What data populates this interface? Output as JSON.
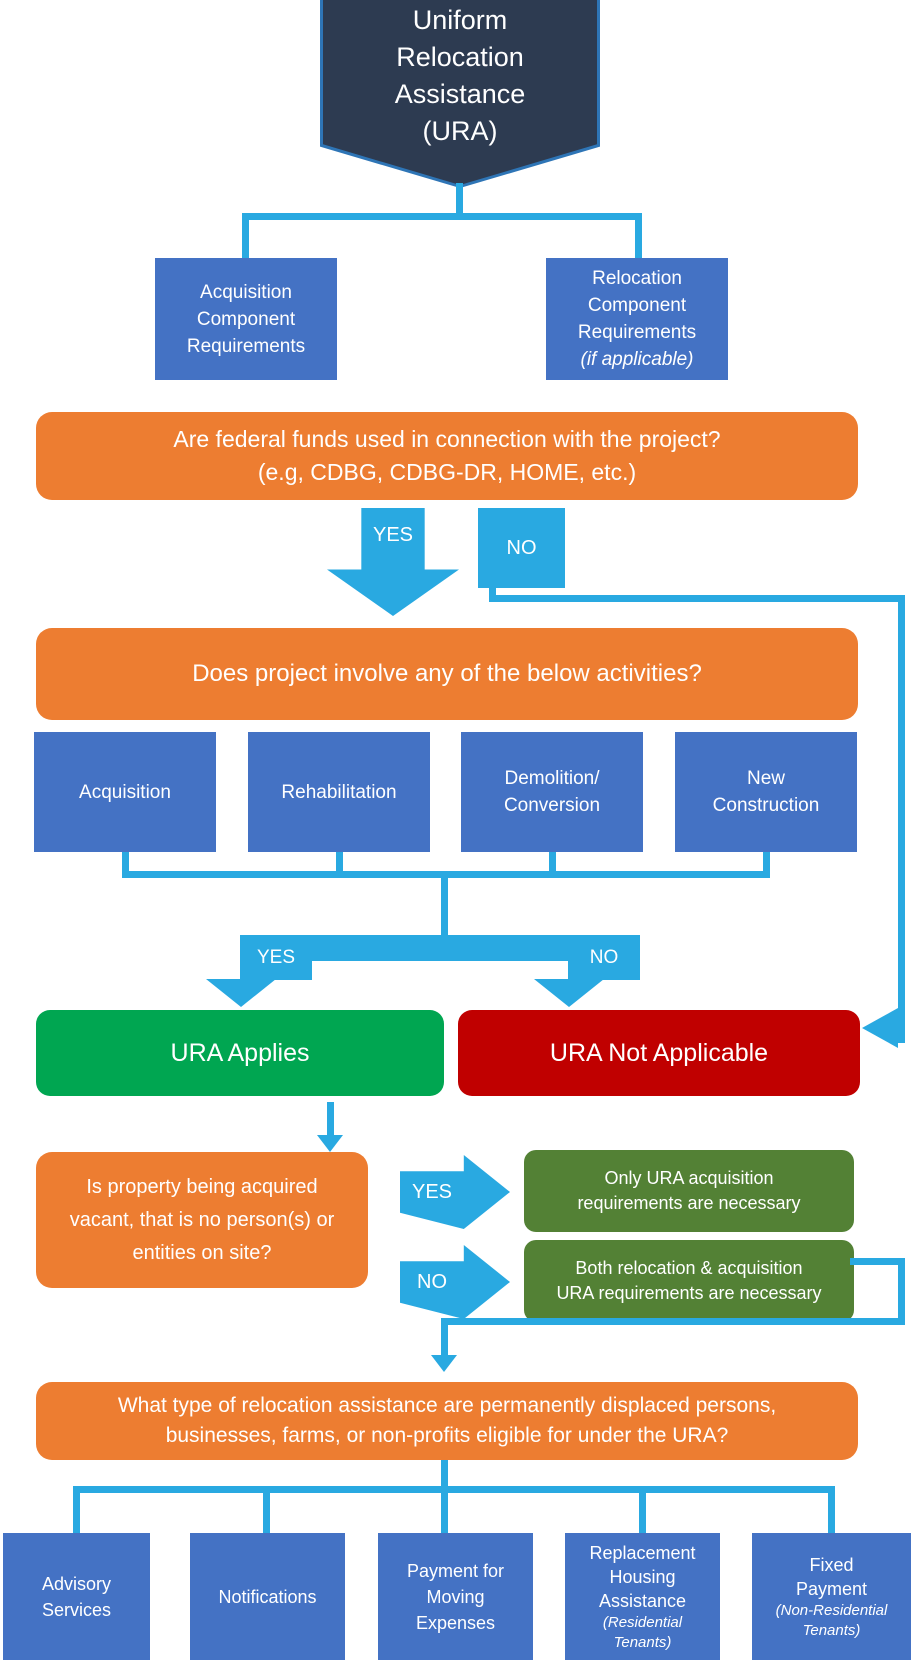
{
  "banner": {
    "line1": "Uniform",
    "line2": "Relocation",
    "line3": "Assistance",
    "line4": "(URA)"
  },
  "acq_component": {
    "line1": "Acquisition",
    "line2": "Component",
    "line3": "Requirements"
  },
  "rel_component": {
    "line1": "Relocation",
    "line2": "Component",
    "line3": "Requirements",
    "note": "(if applicable)"
  },
  "q_funds": {
    "line1": "Are federal funds used in connection with the project?",
    "line2": "(e.g, CDBG, CDBG-DR, HOME, etc.)"
  },
  "labels": {
    "yes": "YES",
    "no": "NO"
  },
  "q_activities": {
    "text": "Does project involve any of the below activities?"
  },
  "activities": {
    "a1": "Acquisition",
    "a2": "Rehabilitation",
    "a3_line1": "Demolition/",
    "a3_line2": "Conversion",
    "a4_line1": "New",
    "a4_line2": "Construction"
  },
  "outcome": {
    "applies": "URA Applies",
    "not_applicable": "URA Not Applicable"
  },
  "q_vacant": {
    "line1": "Is property being acquired",
    "line2": "vacant, that is no person(s) or",
    "line3": "entities on site?"
  },
  "acq_only": {
    "line1": "Only URA acquisition",
    "line2": "requirements are necessary"
  },
  "both_req": {
    "line1": "Both  relocation & acquisition",
    "line2": "URA requirements are necessary"
  },
  "q_assistance": {
    "line1": "What type of relocation assistance are permanently displaced persons,",
    "line2": "businesses, farms, or non-profits eligible for under the URA?"
  },
  "assistance_types": {
    "advisory": {
      "line1": "Advisory",
      "line2": "Services"
    },
    "notifications": {
      "line1": "Notifications"
    },
    "moving": {
      "line1": "Payment for",
      "line2": "Moving",
      "line3": "Expenses"
    },
    "replacement": {
      "line1": "Replacement",
      "line2": "Housing",
      "line3": "Assistance",
      "note_line1": "(Residential",
      "note_line2": "Tenants)"
    },
    "fixed": {
      "line1": "Fixed",
      "line2": "Payment",
      "note_line1": "(Non-Residential",
      "note_line2": "Tenants)"
    }
  },
  "colors": {
    "banner_navy": "#2D3B51",
    "banner_border_blue": "#2E75B6",
    "box_blue": "#4472C4",
    "box_orange": "#ED7D31",
    "connector_cyan": "#29A9E1",
    "applies_green": "#00A651",
    "not_applicable_red": "#C00000",
    "requirement_olive": "#538135",
    "text_white": "#FFFFFF"
  }
}
